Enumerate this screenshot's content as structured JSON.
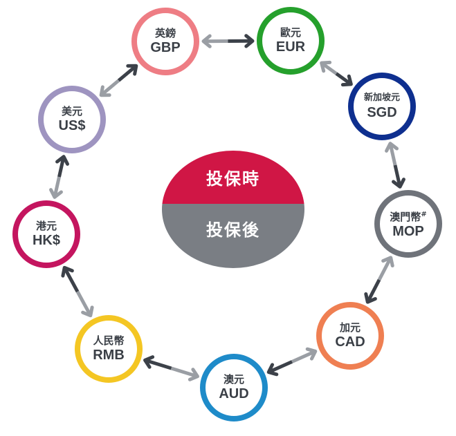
{
  "center": {
    "top_label": "投保時",
    "bottom_label": "投保後",
    "top_color": "#d01645",
    "bottom_color": "#7a7e84"
  },
  "currencies": [
    {
      "id": "gbp",
      "zh": "英鎊",
      "code": "GBP",
      "color": "#ee7d84"
    },
    {
      "id": "eur",
      "zh": "歐元",
      "code": "EUR",
      "color": "#25a02c"
    },
    {
      "id": "sgd",
      "zh": "新加坡元",
      "code": "SGD",
      "color": "#0e2f8f"
    },
    {
      "id": "mop",
      "zh": "澳門幣",
      "mark": "#",
      "code": "MOP",
      "color": "#6f737a"
    },
    {
      "id": "cad",
      "zh": "加元",
      "code": "CAD",
      "color": "#ef7f52"
    },
    {
      "id": "aud",
      "zh": "澳元",
      "code": "AUD",
      "color": "#1e8bc9"
    },
    {
      "id": "rmb",
      "zh": "人民幣",
      "code": "RMB",
      "color": "#f4c623"
    },
    {
      "id": "hkd",
      "zh": "港元",
      "code": "HK$",
      "color": "#c4155f"
    },
    {
      "id": "usd",
      "zh": "美元",
      "code": "US$",
      "color": "#9e94c0"
    }
  ],
  "arrow_colors": {
    "dark": "#3c4149",
    "light": "#9a9ea4"
  }
}
